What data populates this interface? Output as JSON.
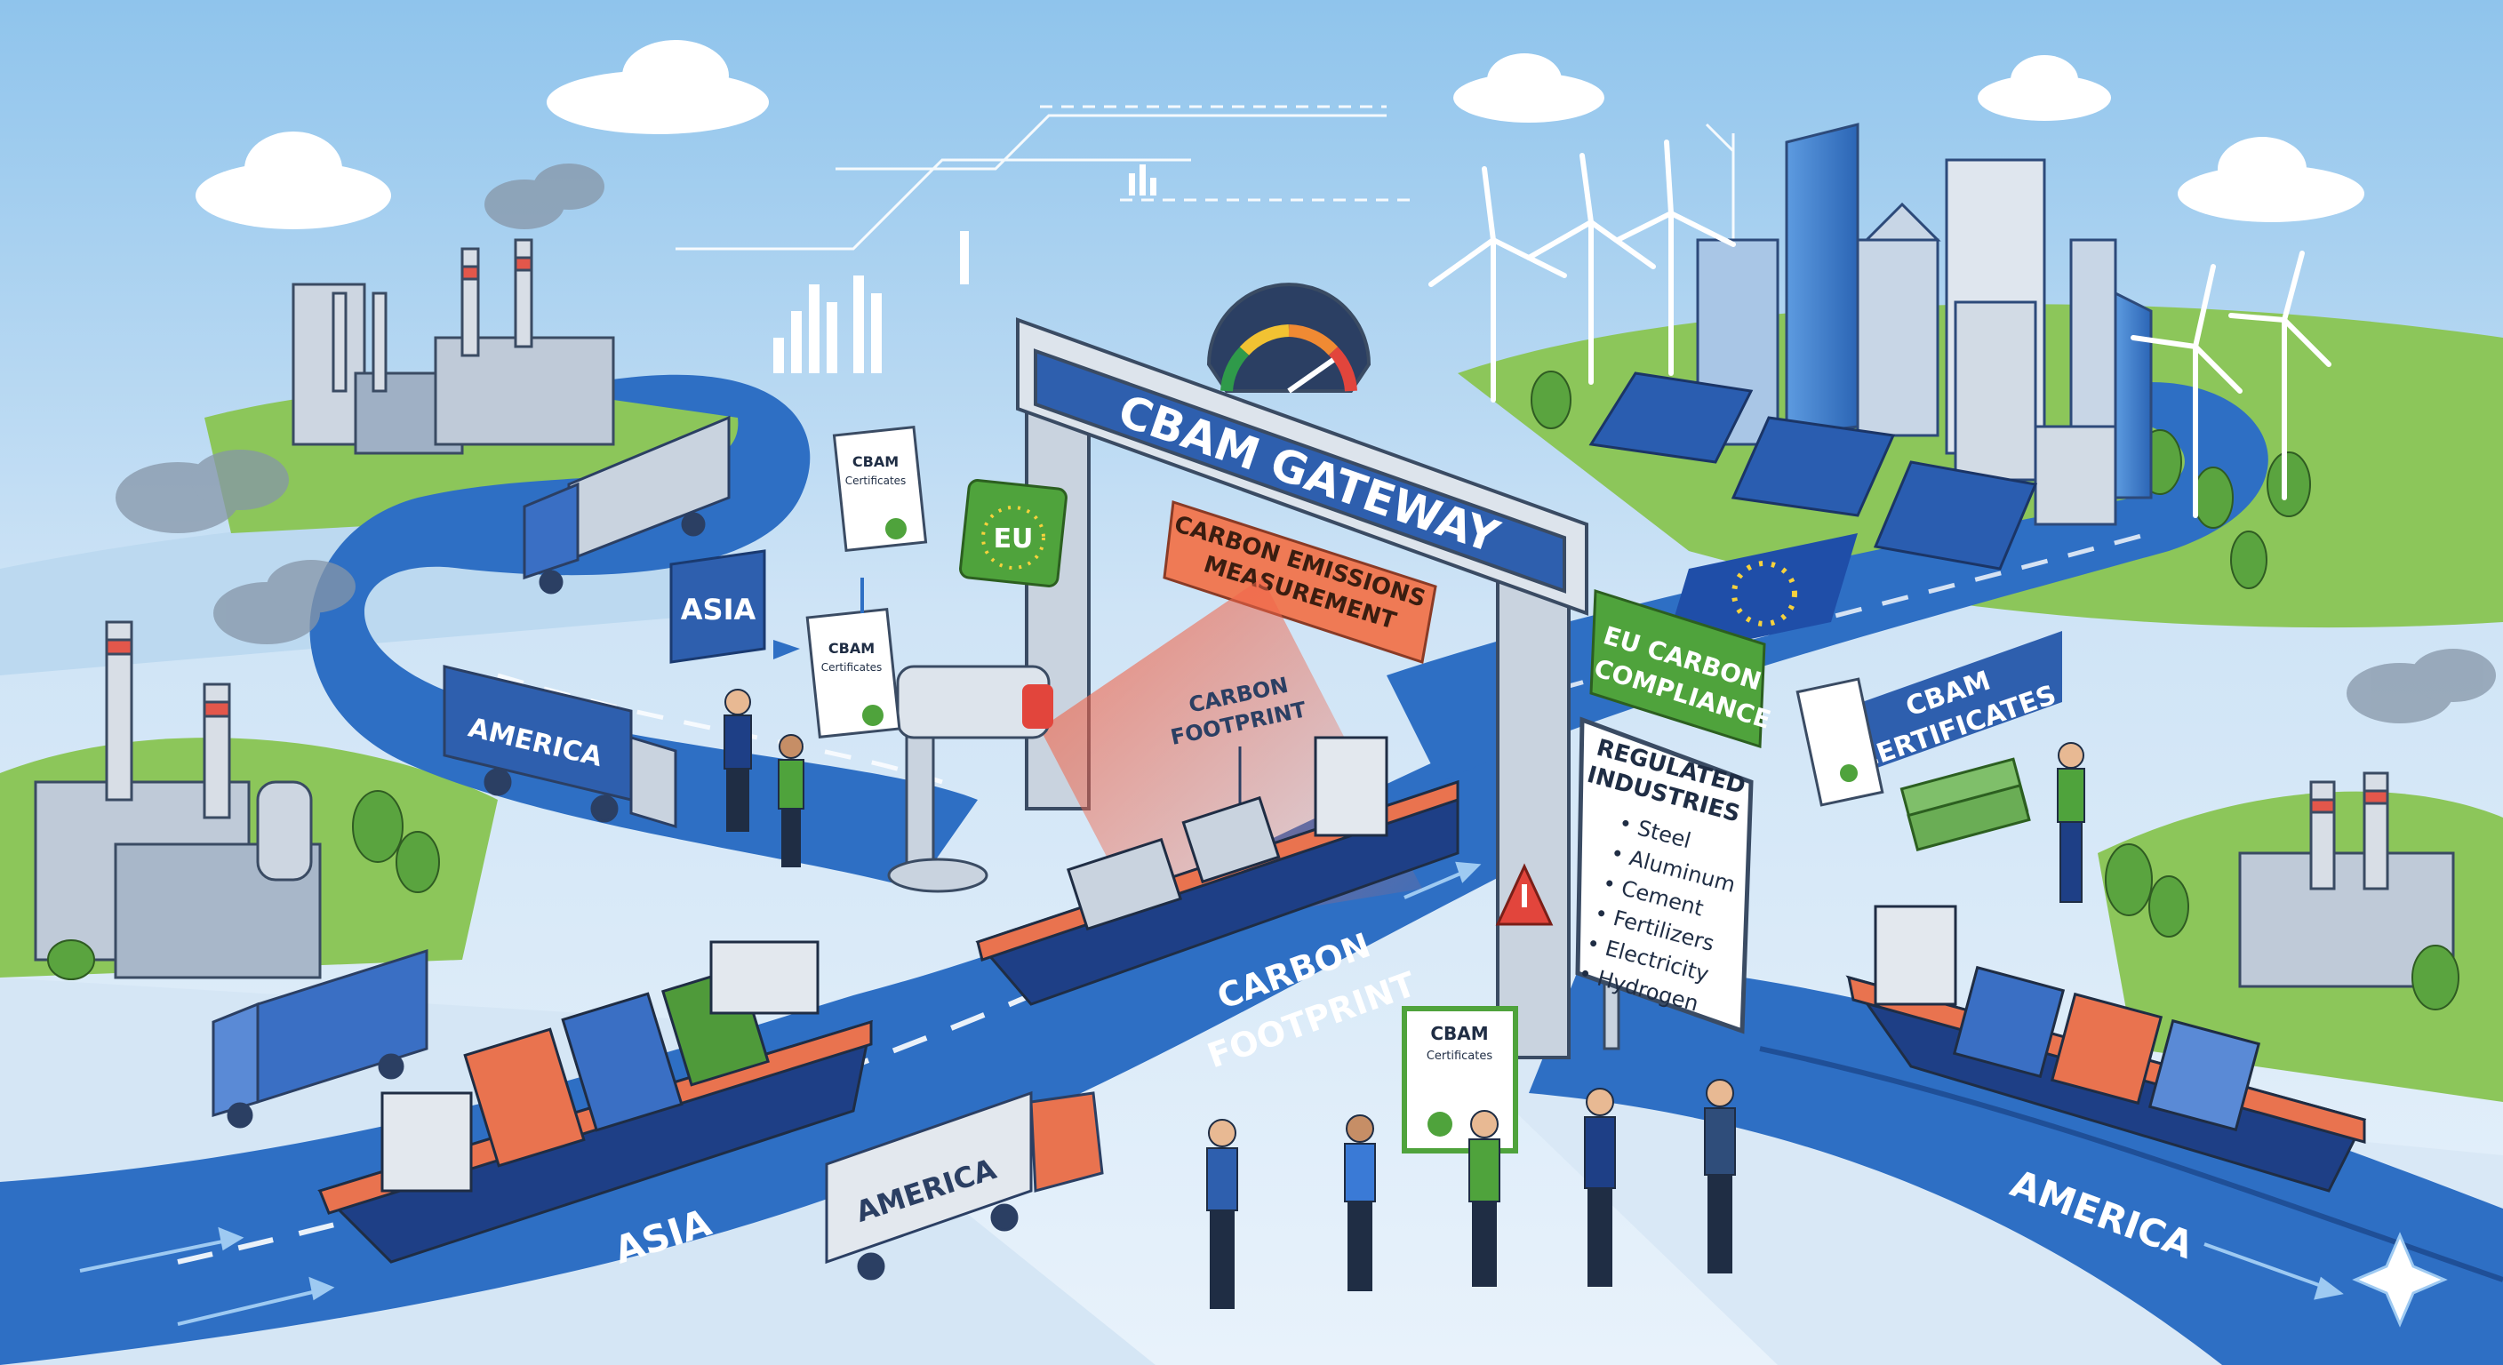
{
  "gateway": {
    "title": "CBAM GATEWAY",
    "measurement_sign": [
      "CARBON EMISSIONS",
      "MEASUREMENT"
    ],
    "scanner_label": [
      "CARBON",
      "FOOTPRINT"
    ],
    "road_label": [
      "CARBON",
      "FOOTPRINT"
    ]
  },
  "compliance_sign": [
    "EU CARBON",
    "COMPLIANCE"
  ],
  "eu_badge": "EU",
  "regulated": {
    "title": [
      "REGULATED",
      "INDUSTRIES"
    ],
    "items": [
      "Steel",
      "Aluminum",
      "Cement",
      "Fertilizers",
      "Electricity",
      "Hydrogen"
    ]
  },
  "certificate_banner": [
    "CBAM",
    "CERTIFICATES"
  ],
  "certificate_doc": [
    "CBAM",
    "Certificates"
  ],
  "regions": {
    "asia_sign": "ASIA",
    "america_truck_top": "AMERICA",
    "america_truck_bottom": "AMERICA",
    "asia_road": "ASIA",
    "america_road": "AMERICA"
  },
  "colors": {
    "sky": "#dbeaf7",
    "road": "#2e6fc4",
    "road_dark": "#1f4f97",
    "navy": "#1e3f86",
    "green": "#4f9a3a",
    "orange": "#e9734f",
    "grass": "#8cc65a"
  }
}
